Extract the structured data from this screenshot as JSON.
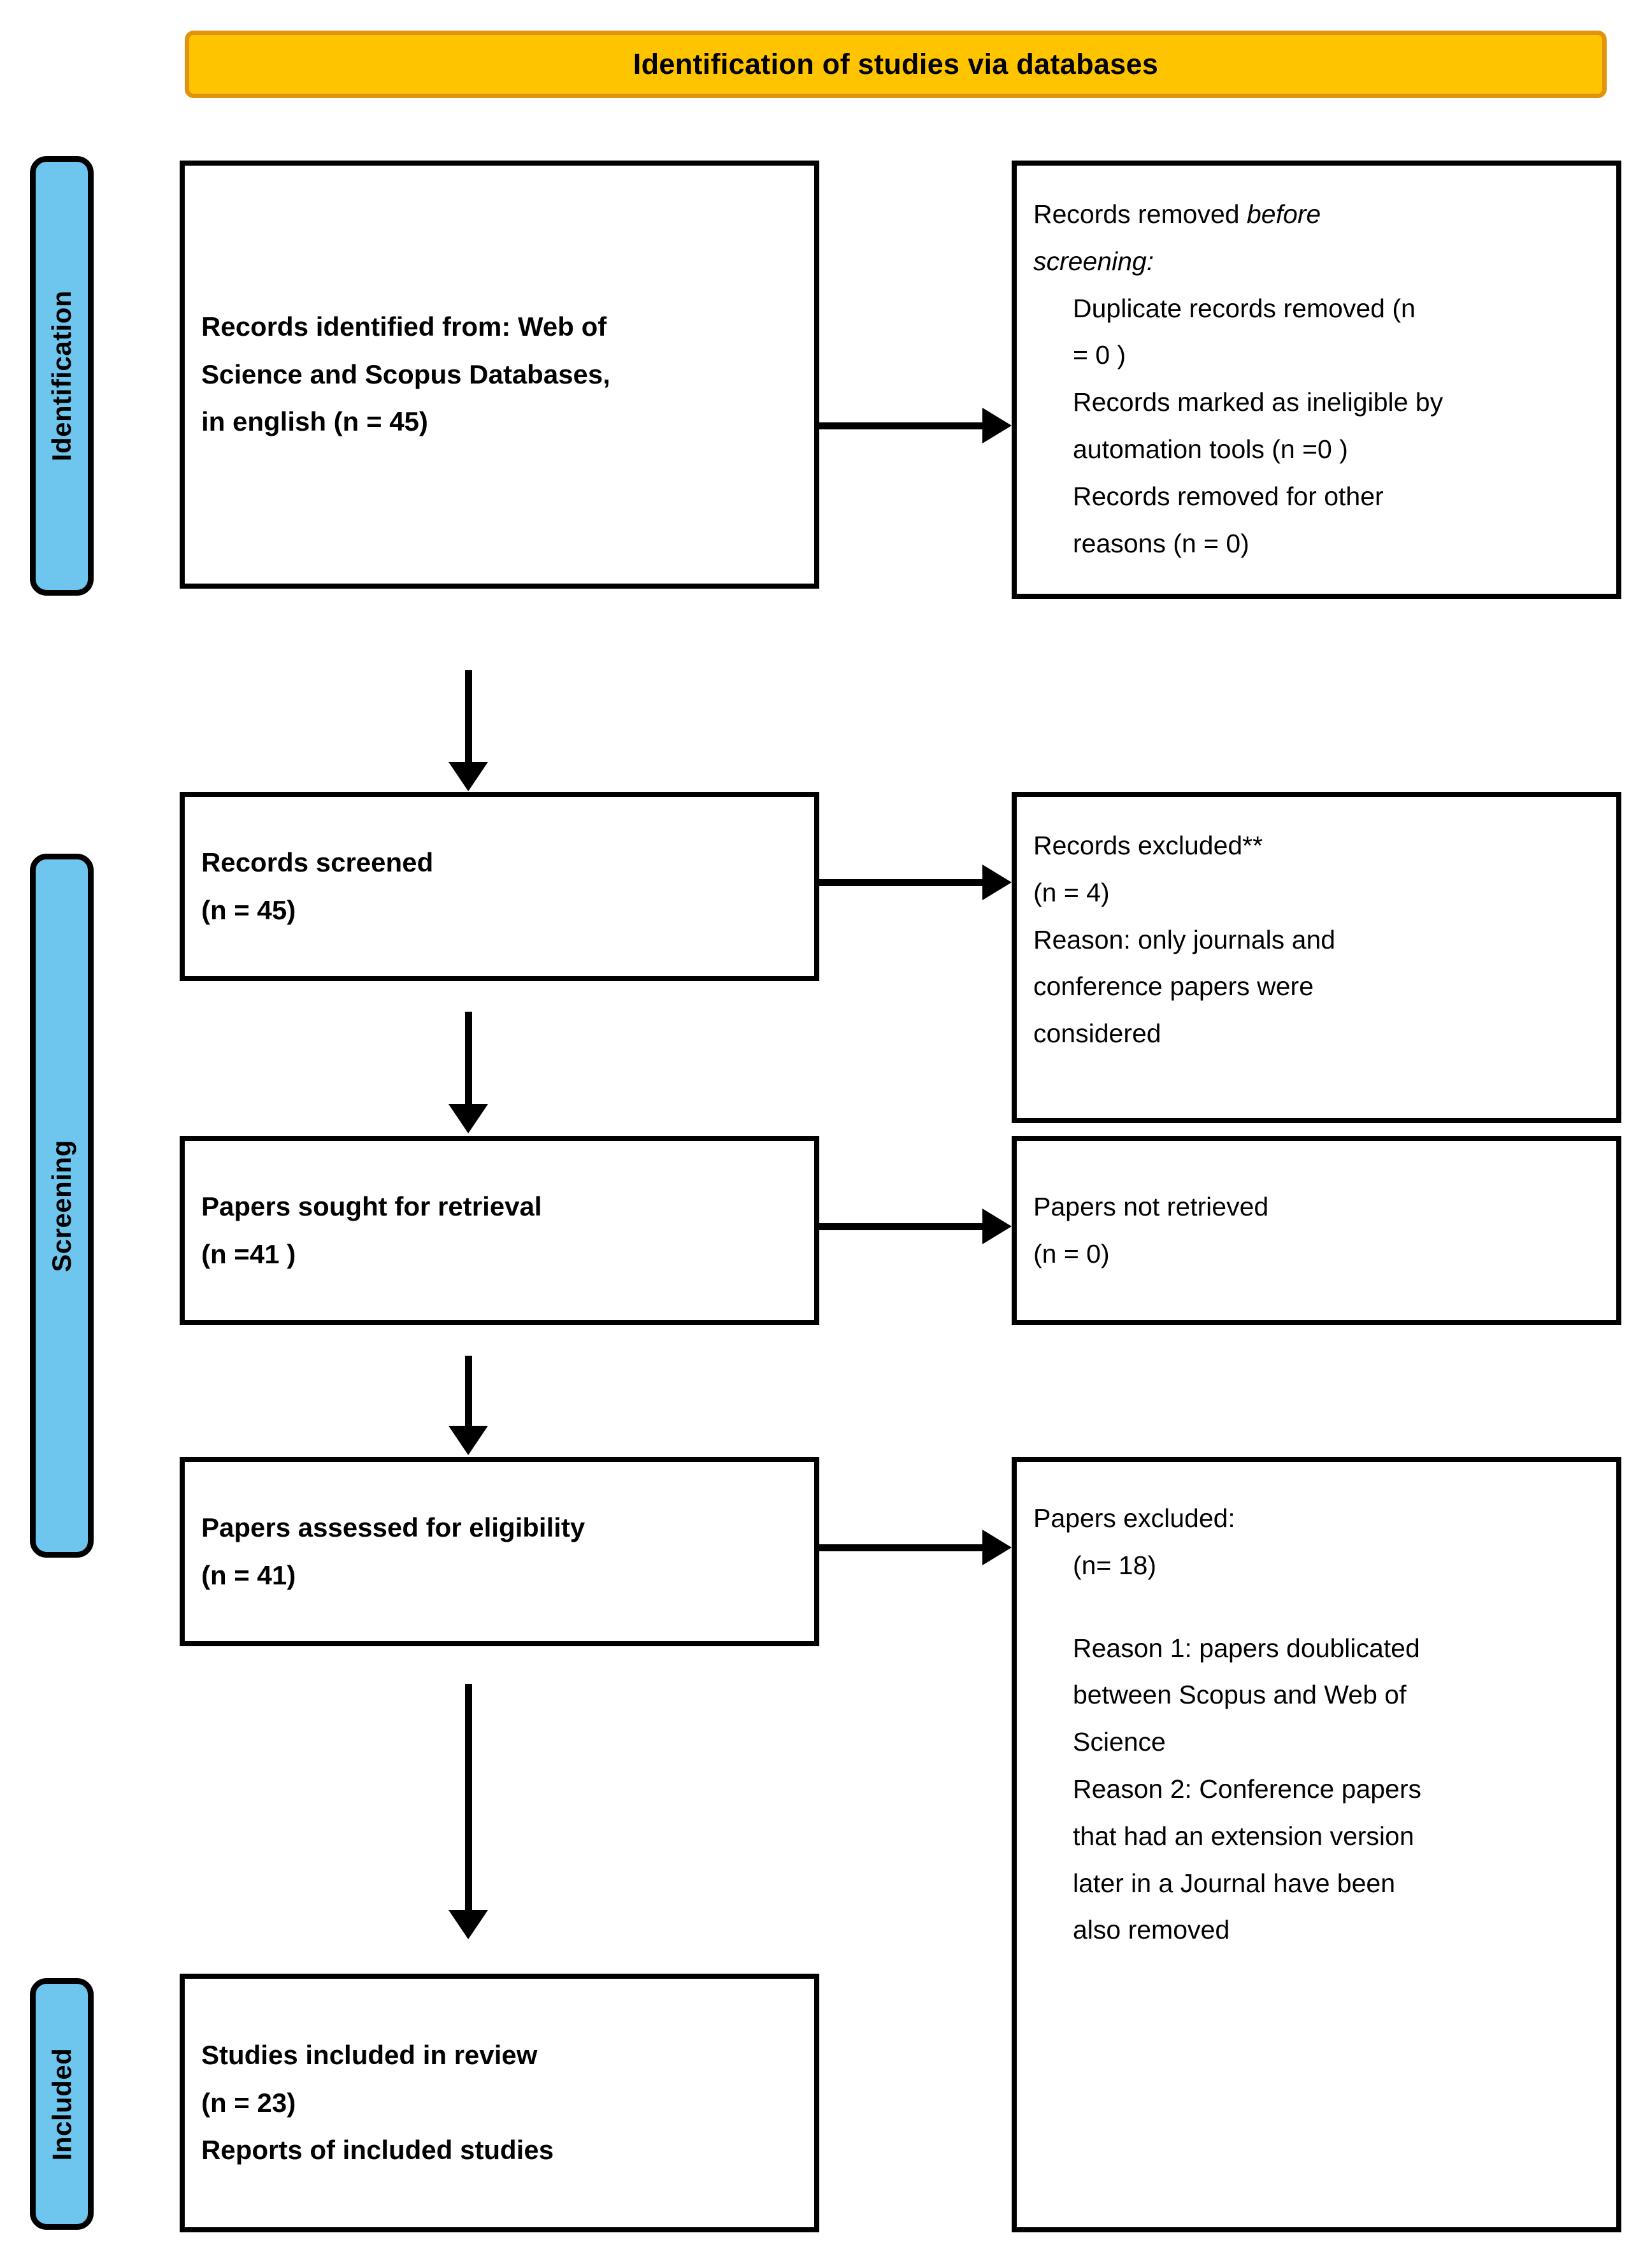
{
  "banner": {
    "title": "Identification of studies via databases",
    "fill_color": "#FFC400",
    "border_color": "#E0940E"
  },
  "stages": {
    "fill_color": "#6EC6EE",
    "items": [
      {
        "id": "identification",
        "label": "Identification"
      },
      {
        "id": "screening",
        "label": "Screening"
      },
      {
        "id": "included",
        "label": "Included"
      }
    ]
  },
  "flow": {
    "identified": {
      "line1": "Records identified from: Web of",
      "line2": "Science and Scopus Databases,",
      "line3": "in english (n = 45)"
    },
    "removed": {
      "line1_a": "Records removed ",
      "line1_b": "before",
      "line2": "screening:",
      "line3": "Duplicate records removed   (n",
      "line4": "= 0 )",
      "line5": "Records marked as ineligible by",
      "line6": "automation tools (n =0 )",
      "line7": "Records removed for other",
      "line8": "reasons (n = 0)"
    },
    "screened": {
      "line1": "Records screened",
      "line2": "(n = 45)"
    },
    "records_excluded": {
      "line1": "Records excluded**",
      "line2": "(n = 4)",
      "line3": "Reason: only journals and",
      "line4": "conference papers were",
      "line5": "considered"
    },
    "sought": {
      "line1": "Papers sought for retrieval",
      "line2": "(n =41 )"
    },
    "not_retrieved": {
      "line1": "Papers not retrieved",
      "line2": "(n = 0)"
    },
    "assessed": {
      "line1": "Papers assessed for eligibility",
      "line2": "(n = 41)"
    },
    "papers_excluded": {
      "line1": "Papers excluded:",
      "line2": "(n= 18)",
      "line3": "Reason 1: papers doublicated",
      "line4": "between Scopus and Web of",
      "line5": "Science",
      "line6": "Reason 2: Conference papers",
      "line7": "that had an extension version",
      "line8": "later in a Journal have been",
      "line9": "also removed"
    },
    "included": {
      "line1": "Studies included in review",
      "line2": "(n = 23)",
      "line3": "Reports of included studies"
    }
  }
}
